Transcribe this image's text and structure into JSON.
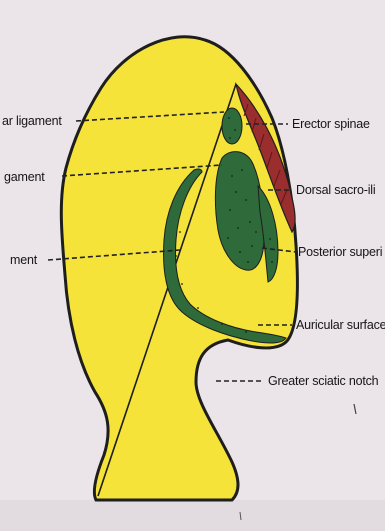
{
  "figure": {
    "colors": {
      "background": "#ebe4e9",
      "bone": "#f5e33a",
      "outline": "#1e1e1e",
      "ligament_green": "#2f6a3a",
      "muscle_red": "#9a2e2e"
    },
    "left_labels": [
      {
        "id": "ligament-1",
        "text": "ar ligament"
      },
      {
        "id": "ligament-2",
        "text": "gament"
      },
      {
        "id": "ligament-3",
        "text": "ment"
      }
    ],
    "right_labels": [
      {
        "id": "erector-spinae",
        "text": "Erector spinae"
      },
      {
        "id": "dorsal-sacroiliac",
        "text": "Dorsal sacro-ili"
      },
      {
        "id": "posterior-superior",
        "text": "Posterior superi"
      },
      {
        "id": "auricular-surface",
        "text": "Auricular surface"
      },
      {
        "id": "greater-sciatic-notch",
        "text": "Greater sciatic notch"
      }
    ]
  }
}
